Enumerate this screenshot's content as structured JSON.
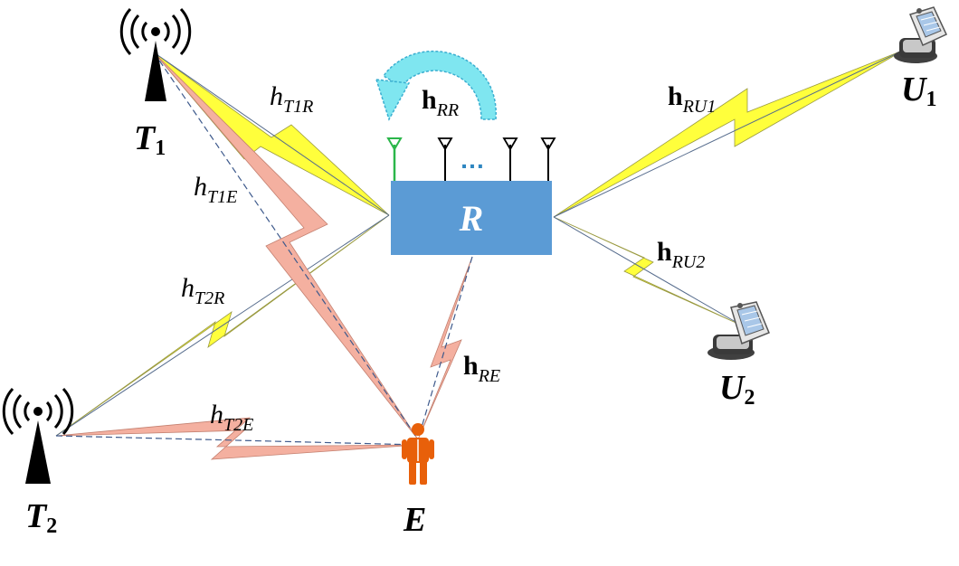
{
  "nodes": {
    "t1": {
      "base": "T",
      "sub": "1"
    },
    "t2": {
      "base": "T",
      "sub": "2"
    },
    "relay": {
      "base": "R"
    },
    "eve": {
      "base": "E"
    },
    "u1": {
      "base": "U",
      "sub": "1"
    },
    "u2": {
      "base": "U",
      "sub": "2"
    }
  },
  "channels": {
    "h_t1r": {
      "base": "h",
      "sub": "T1R"
    },
    "h_t1e": {
      "base": "h",
      "sub": "T1E"
    },
    "h_t2r": {
      "base": "h",
      "sub": "T2R"
    },
    "h_t2e": {
      "base": "h",
      "sub": "T2E"
    },
    "h_rr": {
      "base": "h",
      "sub": "RR"
    },
    "h_re": {
      "base": "h",
      "sub": "RE"
    },
    "h_ru1": {
      "base": "h",
      "sub": "RU1"
    },
    "h_ru2": {
      "base": "h",
      "sub": "RU2"
    }
  },
  "antenna_dots": "…",
  "colors": {
    "relay_fill": "#5b9bd5",
    "legit_link": "#ffff3c",
    "eaves_link": "#f4b0a0",
    "loop_arrow": "#7fe6f0",
    "eve_figure": "#e8600a",
    "tower": "#000000",
    "first_antenna": "#2bb64a"
  }
}
